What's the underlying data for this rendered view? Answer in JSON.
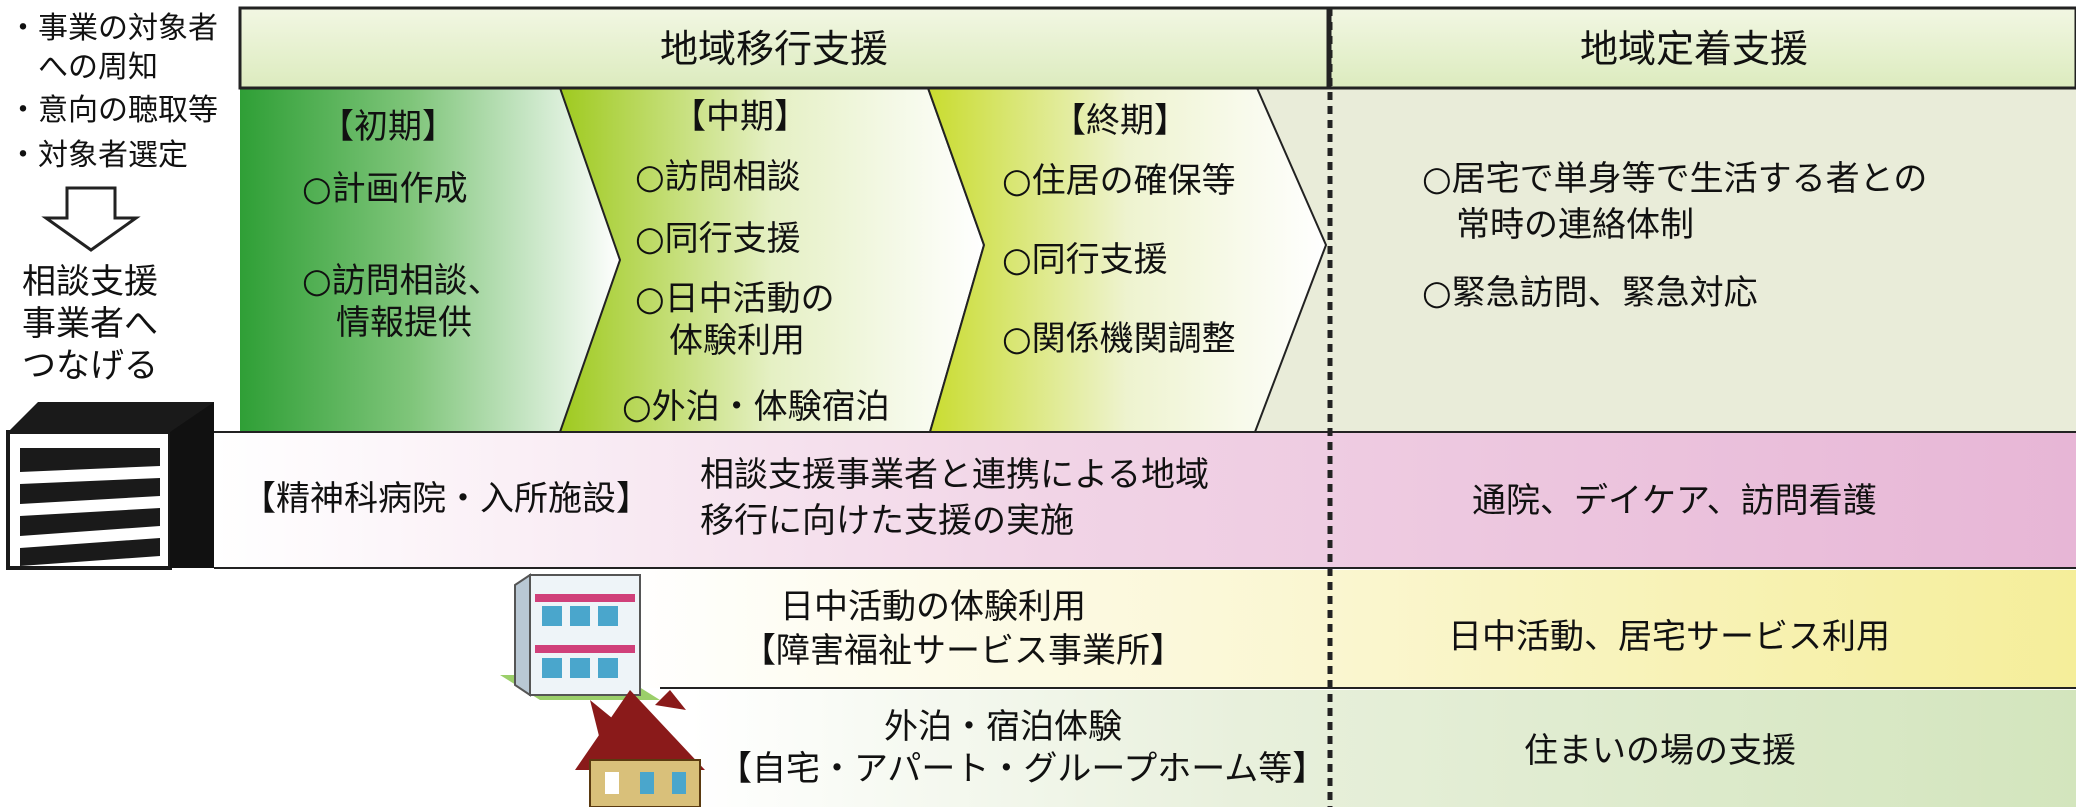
{
  "left_steps": {
    "items": [
      "・事業の対象者",
      "　への周知",
      "・意向の聴取等",
      "・対象者選定"
    ],
    "result": [
      "相談支援",
      "事業者へ",
      "つなげる"
    ]
  },
  "headers": {
    "transition": "地域移行支援",
    "settlement": "地域定着支援"
  },
  "phases": [
    {
      "title": "【初期】",
      "items": [
        "○計画作成",
        "○訪問相談、",
        "　情報提供"
      ]
    },
    {
      "title": "【中期】",
      "items": [
        "○訪問相談",
        "○同行支援",
        "○日中活動の",
        "　体験利用",
        "○外泊・体験宿泊"
      ]
    },
    {
      "title": "【終期】",
      "items": [
        "○住居の確保等",
        "○同行支援",
        "○関係機関調整"
      ]
    }
  ],
  "settlement_items": [
    "○居宅で単身等で生活する者との",
    "　常時の連絡体制",
    "○緊急訪問、緊急対応"
  ],
  "rows": [
    {
      "label": "【精神科病院・入所施設】",
      "middle": [
        "相談支援事業者と連携による地域",
        "移行に向けた支援の実施"
      ],
      "right": "通院、デイケア、訪問看護"
    },
    {
      "label": "",
      "middle": [
        "日中活動の体験利用",
        "【障害福祉サービス事業所】"
      ],
      "right": "日中活動、居宅サービス利用"
    },
    {
      "label": "",
      "middle": [
        "外泊・宿泊体験",
        "【自宅・アパート・グループホーム等】"
      ],
      "right": "住まいの場の支援"
    }
  ],
  "colors": {
    "header_fill": "#e4efc8",
    "settlement_bg": "#e9ecd9",
    "phase1": "#3aa83a",
    "phase2": "#a9cf2d",
    "phase3": "#cfdc38",
    "row_hospital": "#ecc0dd",
    "row_facility": "#f6f0a4",
    "row_home": "#d4e4c0",
    "dash": "#222222"
  }
}
